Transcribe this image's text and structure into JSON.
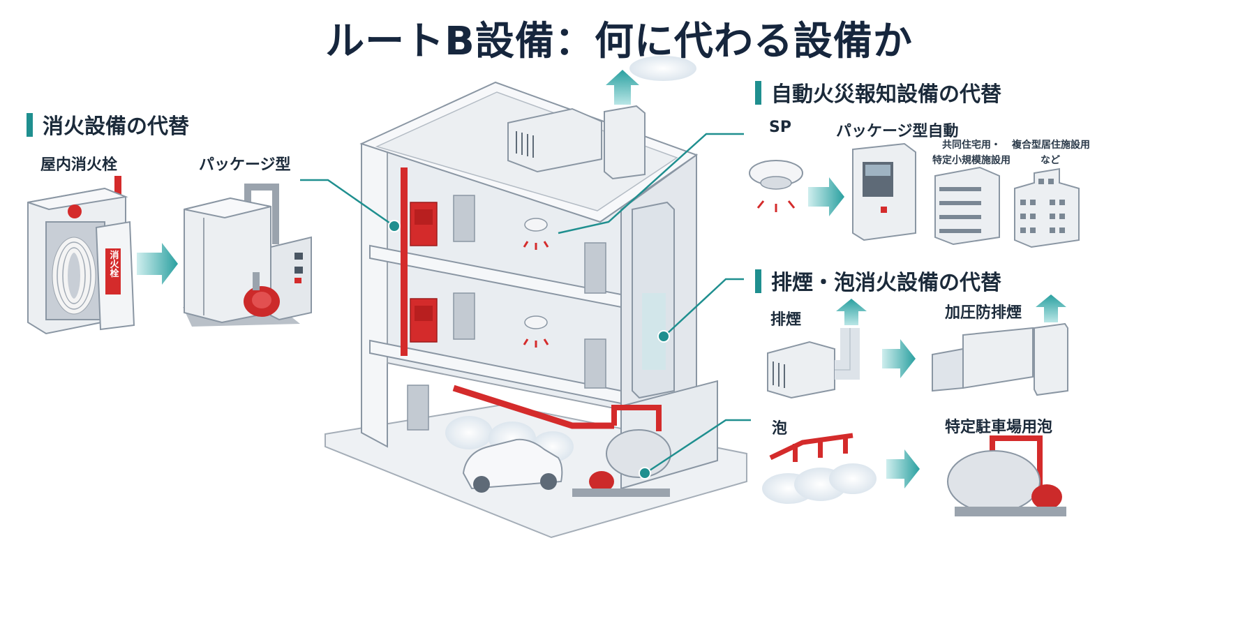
{
  "title": "ルートB設備：何に代わる設備か",
  "sections": {
    "fire": {
      "heading": "消火設備の代替",
      "items": [
        {
          "label": "屋内消火栓",
          "cabinet_text": "消火栓"
        },
        {
          "label": "パッケージ型"
        }
      ]
    },
    "alarm": {
      "heading": "自動火災報知設備の代替",
      "items": [
        {
          "label": "SP"
        },
        {
          "label": "パッケージ型自動"
        },
        {
          "label_lines": [
            "共同住宅用・",
            "特定小規模施設用"
          ]
        },
        {
          "label_lines": [
            "複合型居住施設用",
            "など"
          ]
        }
      ]
    },
    "smoke": {
      "heading": "排煙・泡消火設備の代替",
      "items": [
        {
          "label": "排煙"
        },
        {
          "label": "加圧防排煙"
        },
        {
          "label": "泡"
        },
        {
          "label": "特定駐車場用泡"
        }
      ]
    }
  },
  "colors": {
    "accent": "#1f8f8f",
    "red": "#d42b2b",
    "arrow": "#3fb0b0",
    "outline": "#8a96a3",
    "panel": "#eceff2"
  }
}
